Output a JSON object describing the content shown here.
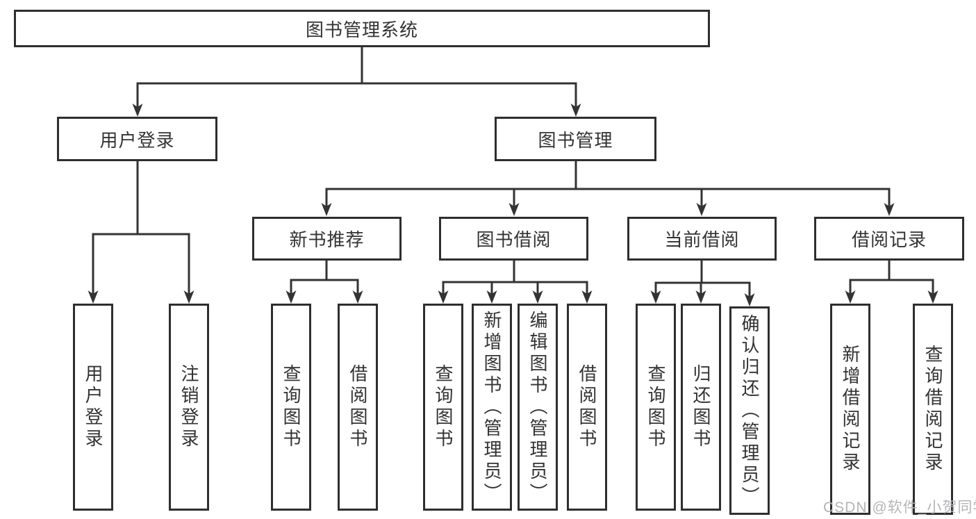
{
  "colors": {
    "line": "#333333",
    "border": "#2e2e2e",
    "text": "#333333",
    "box_fill": "#ffffff",
    "watermark": "#b4b4b8",
    "background": "#ffffff"
  },
  "diagram": {
    "title": "图书管理系统",
    "level2": {
      "user_login": "用户登录",
      "book_management": "图书管理"
    },
    "level3": {
      "new_book_recommend": "新书推荐",
      "book_borrowing": "图书借阅",
      "current_borrowing": "当前借阅",
      "borrowing_records": "借阅记录"
    },
    "leaves": {
      "user_login_children": [
        "用户登录",
        "注销登录"
      ],
      "new_book_children": [
        "查询图书",
        "借阅图书"
      ],
      "borrowing_children": [
        "查询图书",
        "新增图书（管理员）",
        "编辑图书（管理员）",
        "借阅图书"
      ],
      "current_children": [
        "查询图书",
        "归还图书",
        "确认归还（管理员）"
      ],
      "records_children": [
        "新增借阅记录",
        "查询借阅记录"
      ]
    }
  },
  "watermark": {
    "text": "CSDN @软件_小贺同学"
  }
}
